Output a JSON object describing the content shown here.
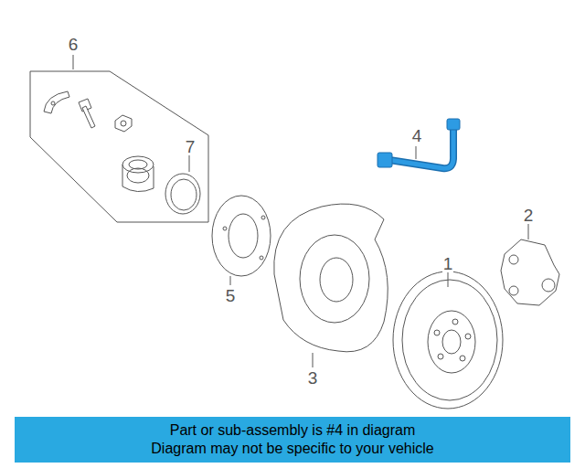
{
  "diagram": {
    "nodes": [
      {
        "text": [
          "Part or sub-assembly is #4 in diagram",
          "Diagram may not be specific to your vehicle"
        ]
      }
    ],
    "labels": [
      "6",
      "7",
      "4",
      "2",
      "1",
      "5",
      "3"
    ]
  }
}
